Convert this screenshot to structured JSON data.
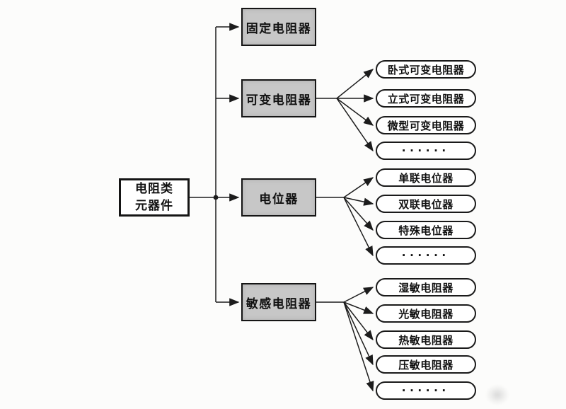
{
  "diagram": {
    "title_hint": "resistor-component-classification-tree",
    "root": {
      "label": "电阻类\n元器件"
    },
    "branches": [
      {
        "label": "固定电阻器",
        "children": []
      },
      {
        "label": "可变电阻器",
        "children": [
          "卧式可变电阻器",
          "立式可变电阻器",
          "微型可变电阻器",
          "······"
        ]
      },
      {
        "label": "电位器",
        "children": [
          "单联电位器",
          "双联电位器",
          "特殊电位器",
          "······"
        ]
      },
      {
        "label": "敏感电阻器",
        "children": [
          "湿敏电阻器",
          "光敏电阻器",
          "热敏电阻器",
          "压敏电阻器",
          "······"
        ]
      }
    ],
    "colors": {
      "background": "#fcfcfb",
      "branch_box_fill": "#c7c7c7",
      "box_border": "#151515",
      "leaf_fill": "#ffffff",
      "line": "#1c1c1c",
      "text": "#111111"
    }
  }
}
